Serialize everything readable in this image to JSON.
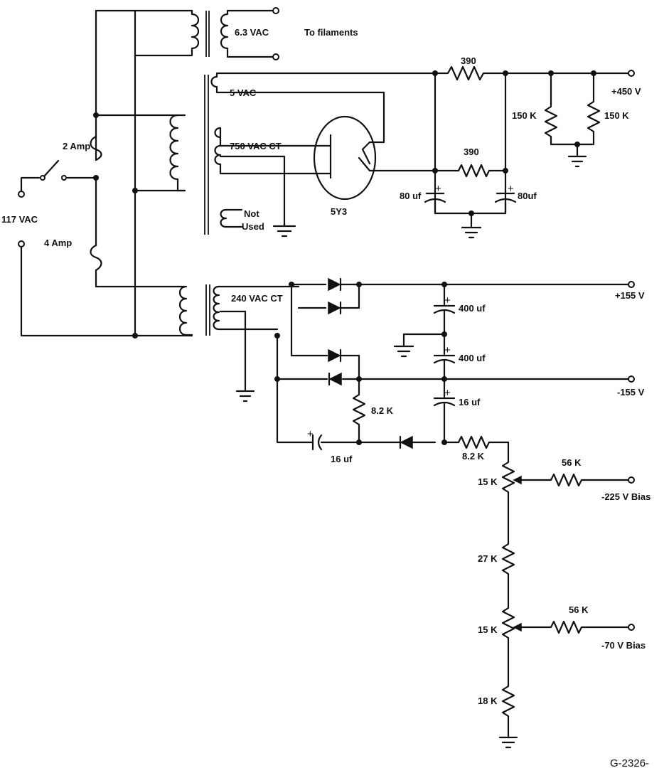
{
  "labels": {
    "vac_63": "6.3  VAC",
    "to_filaments": "To filaments",
    "vac_5": "5 VAC",
    "vac_750": "750 VAC CT",
    "not": "Not",
    "used": "Used",
    "tube": "5Y3",
    "fuse_2a": "2 Amp",
    "fuse_4a": "4 Amp",
    "mains": "117 VAC",
    "r390_top": "390",
    "r390_mid": "390",
    "r150k_left": "150 K",
    "r150k_right": "150 K",
    "out_450": "+450 V",
    "c80_left": "80 uf",
    "c80_right": "80uf",
    "vac_240": "240 VAC CT",
    "c400_top": "400 uf",
    "c400_bot": "400 uf",
    "out_155p": "+155 V",
    "out_155n": "-155 V",
    "r82k_a": "8.2 K",
    "c16_a": "16 uf",
    "c16_b": "16 uf",
    "r82k_b": "8.2 K",
    "r56k_a": "56 K",
    "pot15k_a": "15 K",
    "out_225": "-225 V Bias",
    "r27k": "27 K",
    "r56k_b": "56 K",
    "pot15k_b": "15 K",
    "out_70": "-70 V Bias",
    "r18k": "18 K",
    "drawing_no": "G-2326-"
  }
}
